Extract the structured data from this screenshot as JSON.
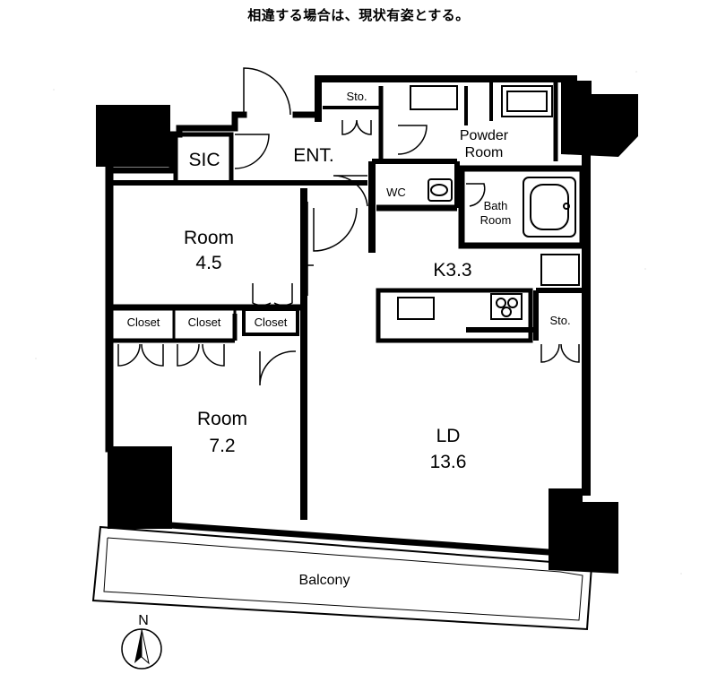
{
  "note": "相違する場合は、現状有姿とする。",
  "rooms": {
    "sic": "SIC",
    "ent": "ENT.",
    "sto_top": "Sto.",
    "powder_1": "Powder",
    "powder_2": "Room",
    "wc": "WC",
    "bath_1": "Bath",
    "bath_2": "Room",
    "room1_name": "Room",
    "room1_size": "4.5",
    "k_label": "K3.3",
    "sto_kitchen": "Sto.",
    "closet_1": "Closet",
    "closet_2": "Closet",
    "closet_3": "Closet",
    "room2_name": "Room",
    "room2_size": "7.2",
    "ld_name": "LD",
    "ld_size": "13.6",
    "balcony": "Balcony"
  },
  "compass": {
    "label": "N"
  },
  "icons": [
    "compass-icon",
    "door-swing-icon",
    "toilet-icon",
    "bathtub-icon",
    "stove-icon",
    "sink-icon"
  ]
}
